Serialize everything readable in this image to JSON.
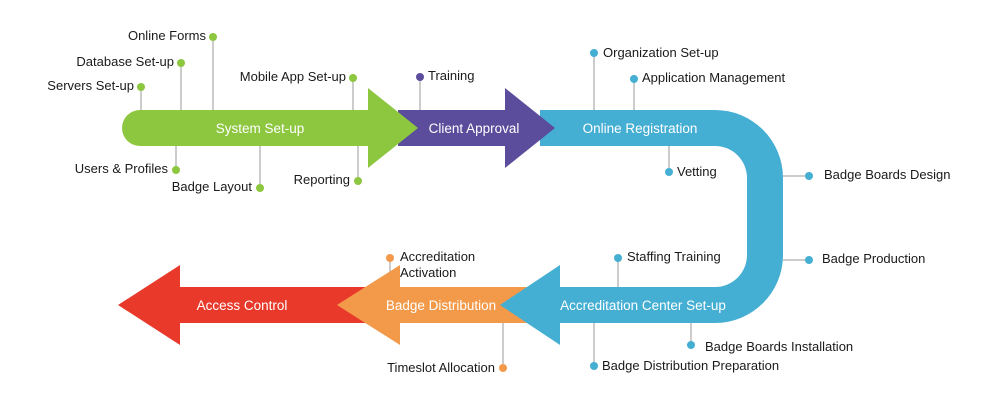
{
  "colors": {
    "green": "#8dc63f",
    "purple": "#5b4c9c",
    "blue": "#45aed3",
    "orange": "#f39a4a",
    "red": "#e8392b",
    "connector": "#9a9a9a"
  },
  "stages": {
    "system_setup": "System Set-up",
    "client_approval": "Client Approval",
    "online_registration": "Online Registration",
    "accreditation_center_setup": "Accreditation Center Set-up",
    "badge_distribution": "Badge Distribution",
    "access_control": "Access Control"
  },
  "steps": {
    "online_forms": "Online Forms",
    "database_setup": "Database Set-up",
    "servers_setup": "Servers Set-up",
    "mobile_app_setup": "Mobile App Set-up",
    "users_profiles": "Users & Profiles",
    "badge_layout": "Badge Layout",
    "reporting": "Reporting",
    "training": "Training",
    "organization_setup": "Organization Set-up",
    "application_management": "Application Management",
    "vetting": "Vetting",
    "badge_boards_design": "Badge Boards Design",
    "badge_production": "Badge Production",
    "staffing_training": "Staffing Training",
    "badge_boards_installation": "Badge Boards Installation",
    "badge_distribution_preparation": "Badge Distribution Preparation",
    "accreditation_activation_line1": "Accreditation",
    "accreditation_activation_line2": "Activation",
    "timeslot_allocation": "Timeslot Allocation"
  }
}
